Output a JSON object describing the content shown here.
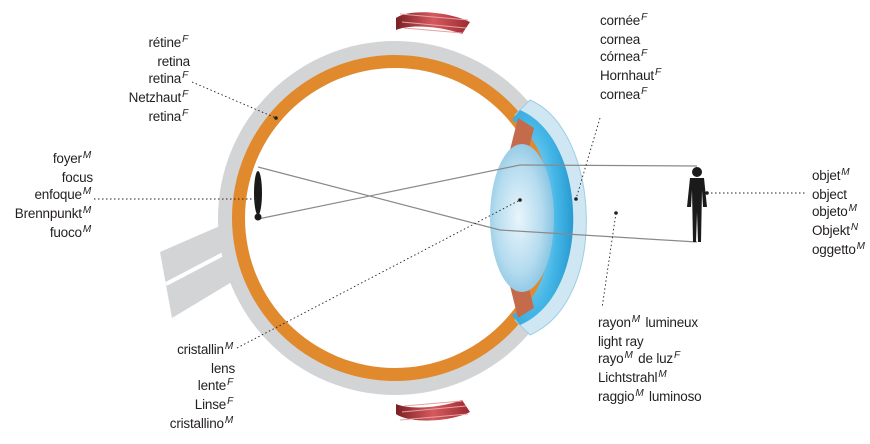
{
  "labels": {
    "retina": [
      {
        "text": "rétine",
        "gender": "F"
      },
      {
        "text": "retina",
        "gender": ""
      },
      {
        "text": "retina",
        "gender": "F"
      },
      {
        "text": "Netzhaut",
        "gender": "F"
      },
      {
        "text": "retina",
        "gender": "F"
      }
    ],
    "focus": [
      {
        "text": "foyer",
        "gender": "M"
      },
      {
        "text": "focus",
        "gender": ""
      },
      {
        "text": "enfoque",
        "gender": "M"
      },
      {
        "text": "Brennpunkt",
        "gender": "M"
      },
      {
        "text": "fuoco",
        "gender": "M"
      }
    ],
    "cornea": [
      {
        "text": "cornée",
        "gender": "F"
      },
      {
        "text": "cornea",
        "gender": ""
      },
      {
        "text": "córnea",
        "gender": "F"
      },
      {
        "text": "Hornhaut",
        "gender": "F"
      },
      {
        "text": "cornea",
        "gender": "F"
      }
    ],
    "object": [
      {
        "text": "objet",
        "gender": "M"
      },
      {
        "text": "object",
        "gender": ""
      },
      {
        "text": "objeto",
        "gender": "M"
      },
      {
        "text": "Objekt",
        "gender": "N"
      },
      {
        "text": "oggetto",
        "gender": "M"
      }
    ],
    "lens": [
      {
        "text": "cristallin",
        "gender": "M"
      },
      {
        "text": "lens",
        "gender": ""
      },
      {
        "text": "lente",
        "gender": "F"
      },
      {
        "text": "Linse",
        "gender": "F"
      },
      {
        "text": "cristallino",
        "gender": "M"
      }
    ],
    "light_ray": [
      {
        "parts": [
          {
            "text": "rayon",
            "gender": "M"
          },
          {
            "text": " lumineux",
            "gender": ""
          }
        ]
      },
      {
        "parts": [
          {
            "text": "light ray",
            "gender": ""
          }
        ]
      },
      {
        "parts": [
          {
            "text": "rayo",
            "gender": "M"
          },
          {
            "text": " de luz",
            "gender": "F"
          }
        ]
      },
      {
        "parts": [
          {
            "text": "Lichtstrahl",
            "gender": "M"
          }
        ]
      },
      {
        "parts": [
          {
            "text": "raggio",
            "gender": "M"
          },
          {
            "text": " luminoso",
            "gender": ""
          }
        ]
      }
    ]
  },
  "colors": {
    "sclera": "#d3d4d6",
    "choroid": "#e0892d",
    "interior": "#ffffff",
    "cornea": "#3fb3e4",
    "lens": "#a9d8ef",
    "iris": "#c46b4b",
    "muscle": "#b2333c",
    "line": "#8a8a8a",
    "leader": "#231f20",
    "figure": "#1a1a1a"
  }
}
